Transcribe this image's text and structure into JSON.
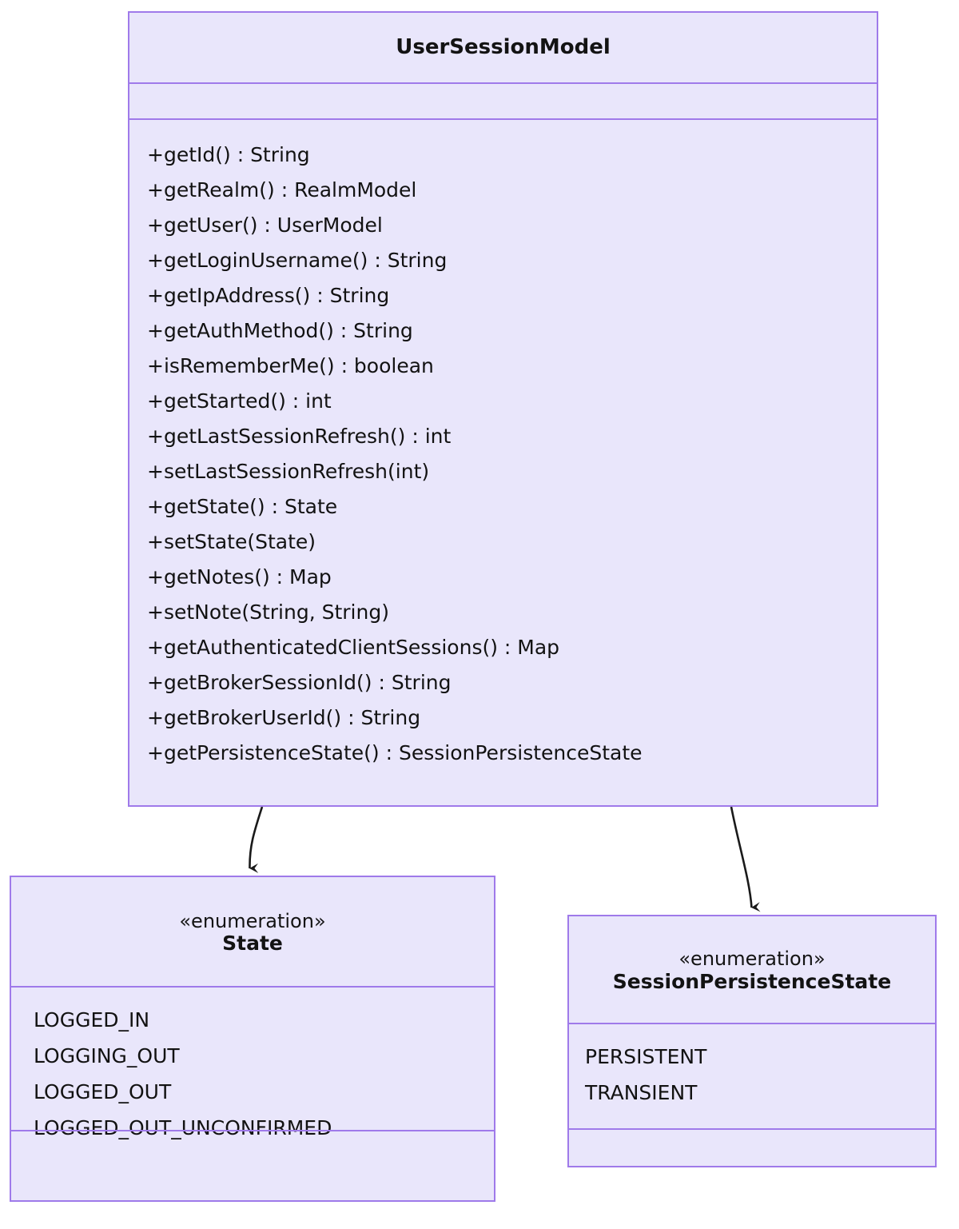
{
  "diagram": {
    "kind": "uml-class-diagram",
    "background": "#ffffff",
    "colors": {
      "box_fill": "#e9e6fb",
      "box_border": "#9f7aea",
      "text": "#121212",
      "connector": "#1a1a1a"
    }
  },
  "main_class": {
    "name": "UserSessionModel",
    "attributes": [],
    "methods": [
      "+getId() : String",
      "+getRealm() : RealmModel",
      "+getUser() : UserModel",
      "+getLoginUsername() : String",
      "+getIpAddress() : String",
      "+getAuthMethod() : String",
      "+isRememberMe() : boolean",
      "+getStarted() : int",
      "+getLastSessionRefresh() : int",
      "+setLastSessionRefresh(int)",
      "+getState() : State",
      "+setState(State)",
      "+getNotes() : Map",
      "+setNote(String, String)",
      "+getAuthenticatedClientSessions() : Map",
      "+getBrokerSessionId() : String",
      "+getBrokerUserId() : String",
      "+getPersistenceState() : SessionPersistenceState"
    ]
  },
  "enum_state": {
    "stereotype": "«enumeration»",
    "name": "State",
    "values": [
      "LOGGED_IN",
      "LOGGING_OUT",
      "LOGGED_OUT",
      "LOGGED_OUT_UNCONFIRMED"
    ],
    "operations": []
  },
  "enum_session_persistence_state": {
    "stereotype": "«enumeration»",
    "name": "SessionPersistenceState",
    "values": [
      "PERSISTENT",
      "TRANSIENT"
    ],
    "operations": []
  },
  "connectors": [
    {
      "name": "usersessionmodel-to-state",
      "from": "UserSessionModel",
      "to": "State",
      "style": "curved-arrow",
      "arrowhead": "filled-v"
    },
    {
      "name": "usersessionmodel-to-sessionpersistencestate",
      "from": "UserSessionModel",
      "to": "SessionPersistenceState",
      "style": "curved-arrow",
      "arrowhead": "filled-v"
    }
  ]
}
